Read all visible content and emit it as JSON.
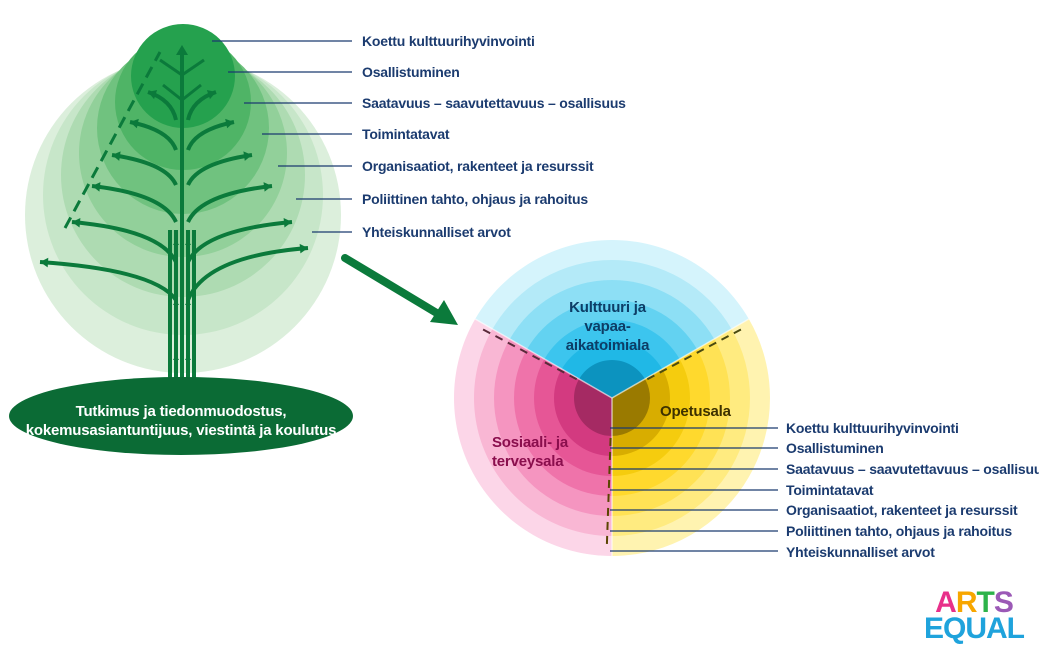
{
  "tree": {
    "levels": [
      "Koettu kulttuurihyvinvointi",
      "Osallistuminen",
      "Saatavuus – saavutettavuus – osallisuus",
      "Toimintatavat",
      "Organisaatiot, rakenteet ja resurssit",
      "Poliittinen tahto, ohjaus ja rahoitus",
      "Yhteiskunnalliset arvot"
    ],
    "roots_line1": "Tutkimus ja tiedonmuodostus,",
    "roots_line2": "kokemusasiantuntijuus, viestintä ja koulutus",
    "colors": {
      "dark": "#0b7a3b",
      "light": "#d6ecd8",
      "text": "#1b3b6f"
    }
  },
  "circle": {
    "sectors": {
      "culture_line1": "Kulttuuri ja vapaa-",
      "culture_line2": "aikatoimiala",
      "education": "Opetusala",
      "social_line1": "Sosiaali- ja",
      "social_line2": "terveysala"
    },
    "levels": [
      "Koettu kulttuurihyvinvointi",
      "Osallistuminen",
      "Saatavuus – saavutettavuus – osallisuus",
      "Toimintatavat",
      "Organisaatiot, rakenteet ja resurssit",
      "Poliittinen tahto, ohjaus ja rahoitus",
      "Yhteiskunnalliset arvot"
    ],
    "colors": {
      "culture": "#29c4ec",
      "education": "#ffd400",
      "social": "#ec2f8c"
    }
  },
  "logo": {
    "line1": "ARTS",
    "line2": "EQUAL"
  }
}
